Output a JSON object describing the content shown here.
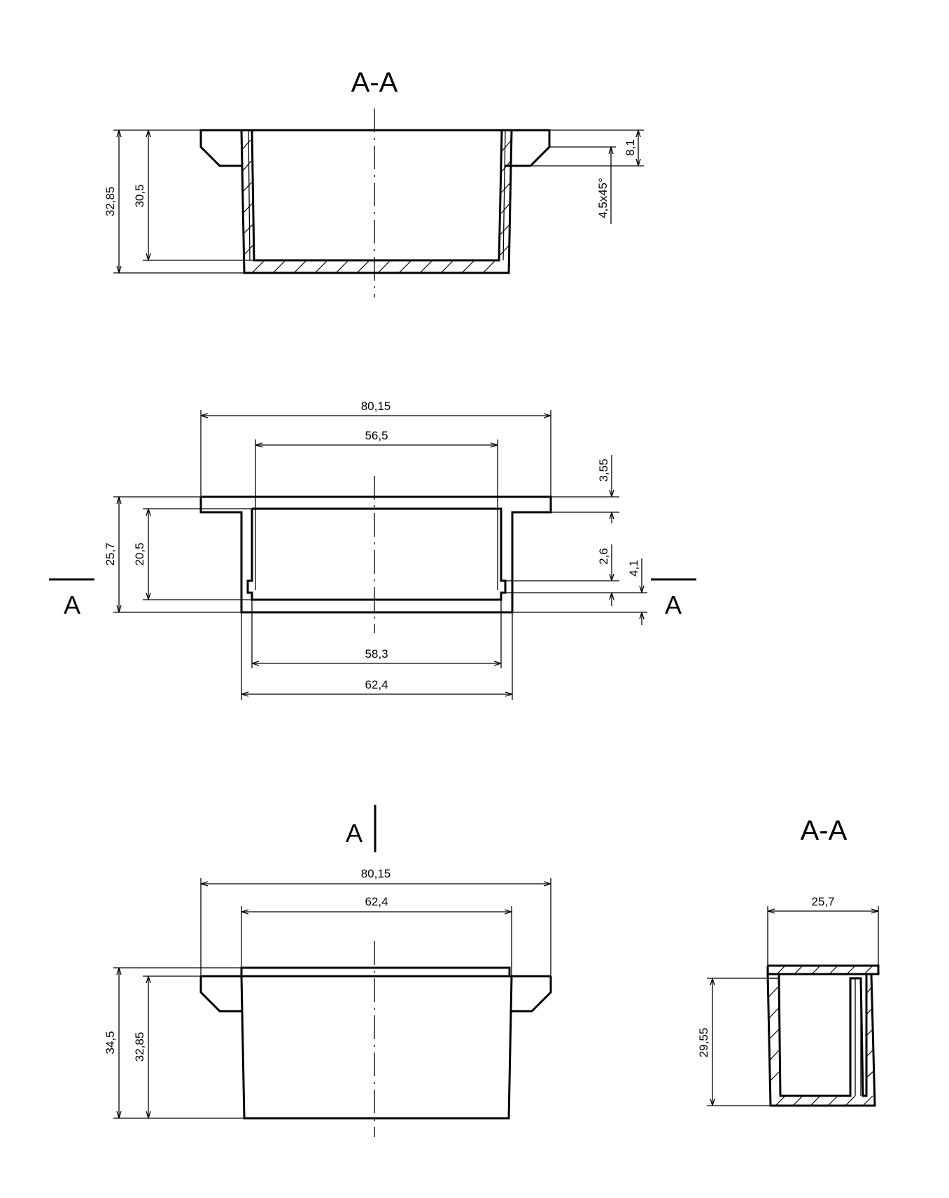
{
  "section_view": {
    "title": "A-A",
    "dims": {
      "overall_height": "32,85",
      "inner_height": "30,5",
      "flange_height": "8,1",
      "chamfer": "4,5x45°"
    }
  },
  "top_view": {
    "cut_marker_left": "A",
    "cut_marker_right": "A",
    "dims": {
      "flange_width": "80,15",
      "inner_width": "56,5",
      "flange_thickness": "3,55",
      "overall_depth": "25,7",
      "inner_depth": "20,5",
      "step_a": "2,6",
      "step_b": "4,1",
      "lower_inner_width": "58,3",
      "body_width": "62,4"
    }
  },
  "front_view": {
    "cut_marker": "A",
    "dims": {
      "flange_width": "80,15",
      "body_width": "62,4",
      "overall_height": "34,5",
      "body_height": "32,85"
    }
  },
  "side_section": {
    "title": "A-A",
    "dims": {
      "width": "25,7",
      "height": "29,55"
    }
  }
}
